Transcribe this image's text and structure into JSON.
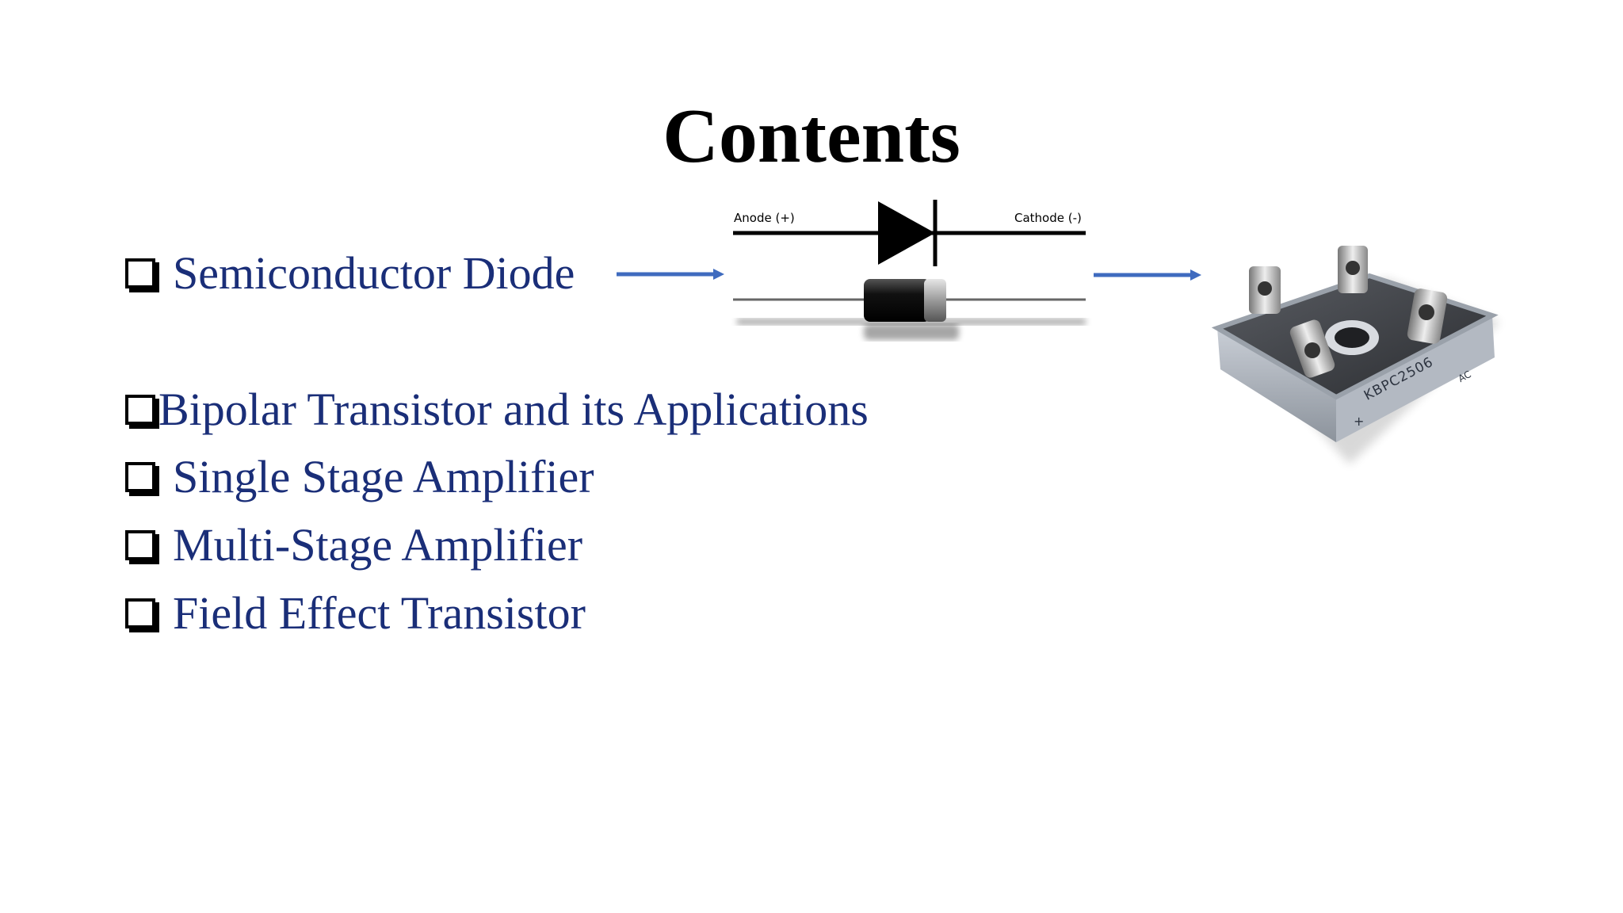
{
  "slide": {
    "title": "Contents",
    "bullets": [
      {
        "text": "Semiconductor Diode"
      },
      {
        "text": "Bipolar Transistor and its Applications"
      },
      {
        "text": "Single Stage Amplifier"
      },
      {
        "text": "Multi-Stage Amplifier"
      },
      {
        "text": "Field Effect Transistor"
      }
    ],
    "diode_diagram": {
      "anode_label": "Anode (+)",
      "cathode_label": "Cathode (-)"
    },
    "bridge_rectifier": {
      "marking_main": "KBPC2506",
      "marking_ac": "AC",
      "marking_plus": "+"
    },
    "colors": {
      "text": "#1a2e78",
      "title": "#000000",
      "arrow": "#3f6bbf"
    }
  }
}
